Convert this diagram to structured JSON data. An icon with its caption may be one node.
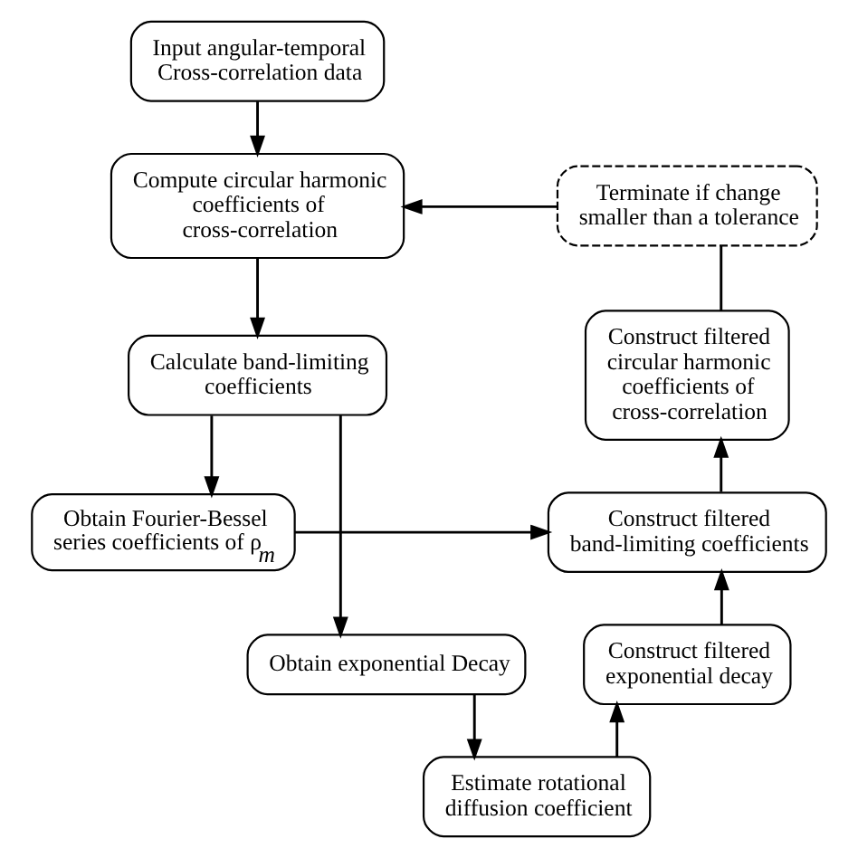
{
  "diagram": {
    "nodes": [
      {
        "text": [
          "Input angular-temporal Cross-correlation data"
        ]
      },
      {
        "text": [
          "Compute circular harmonic coefficients of cross-correlation"
        ]
      },
      {
        "text": [
          "Terminate if change smaller than a tolerance"
        ]
      },
      {
        "text": [
          "Construct filtered circular harmonic coefficients of cross-correlation"
        ]
      },
      {
        "text": [
          "Calculate band-limiting coefficients"
        ]
      },
      {
        "text": [
          "Construct filtered band-limiting coefficients"
        ]
      },
      {
        "text": [
          "Obtain Fourier-Bessel series coefficients of ρ$_{m}$"
        ]
      },
      {
        "text": [
          "Obtain exponential Decay"
        ]
      },
      {
        "text": [
          "Construct filtered exponential decay"
        ]
      },
      {
        "text": [
          "Estimate rotational diffusion coefficient"
        ]
      }
    ],
    "edges": [
      {
        "from": 0,
        "to": 1,
        "arrow": "to"
      },
      {
        "from": 2,
        "to": 1,
        "arrow": "to"
      },
      {
        "from": 1,
        "to": 4,
        "arrow": "to"
      },
      {
        "from": 4,
        "to": 6,
        "arrow": "to"
      },
      {
        "from": 4,
        "to": 7,
        "arrow": "to"
      },
      {
        "from": 7,
        "to": 9,
        "arrow": "to"
      },
      {
        "from": 9,
        "to": 8,
        "arrow": "to"
      },
      {
        "from": 6,
        "to": 5,
        "arrow": "to"
      },
      {
        "from": 8,
        "to": 5,
        "arrow": "to"
      },
      {
        "from": 5,
        "to": 3,
        "arrow": "to"
      },
      {
        "from": 3,
        "to": 2,
        "arrow": "none"
      }
    ]
  }
}
